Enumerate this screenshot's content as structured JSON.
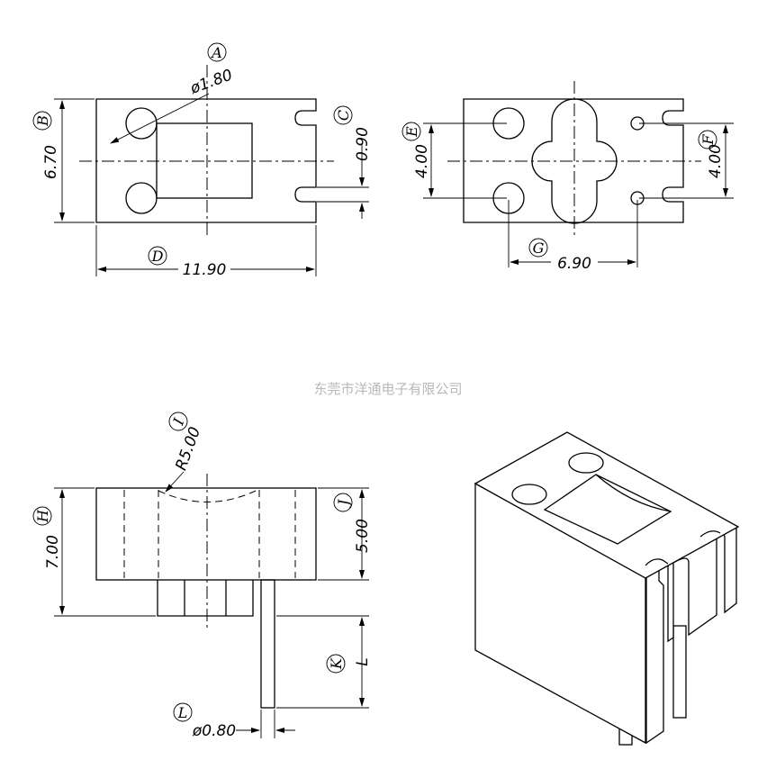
{
  "drawing": {
    "watermark": "东莞市洋通电子有限公司",
    "top_view": {
      "A": {
        "label": "A",
        "value": "ø1.80"
      },
      "B": {
        "label": "B",
        "value": "6.70"
      },
      "C": {
        "label": "C",
        "value": "0.90"
      },
      "D": {
        "label": "D",
        "value": "11.90"
      }
    },
    "bottom_view": {
      "E": {
        "label": "E",
        "value": "4.00"
      },
      "F": {
        "label": "F",
        "value": "4.00"
      },
      "G": {
        "label": "G",
        "value": "6.90"
      }
    },
    "side_view": {
      "H": {
        "label": "H",
        "value": "7.00"
      },
      "I": {
        "label": "I",
        "value": "R5.00"
      },
      "J": {
        "label": "J",
        "value": "5.00"
      },
      "K": {
        "label": "K",
        "value": "L"
      },
      "L": {
        "label": "L",
        "value": "ø0.80"
      }
    }
  }
}
